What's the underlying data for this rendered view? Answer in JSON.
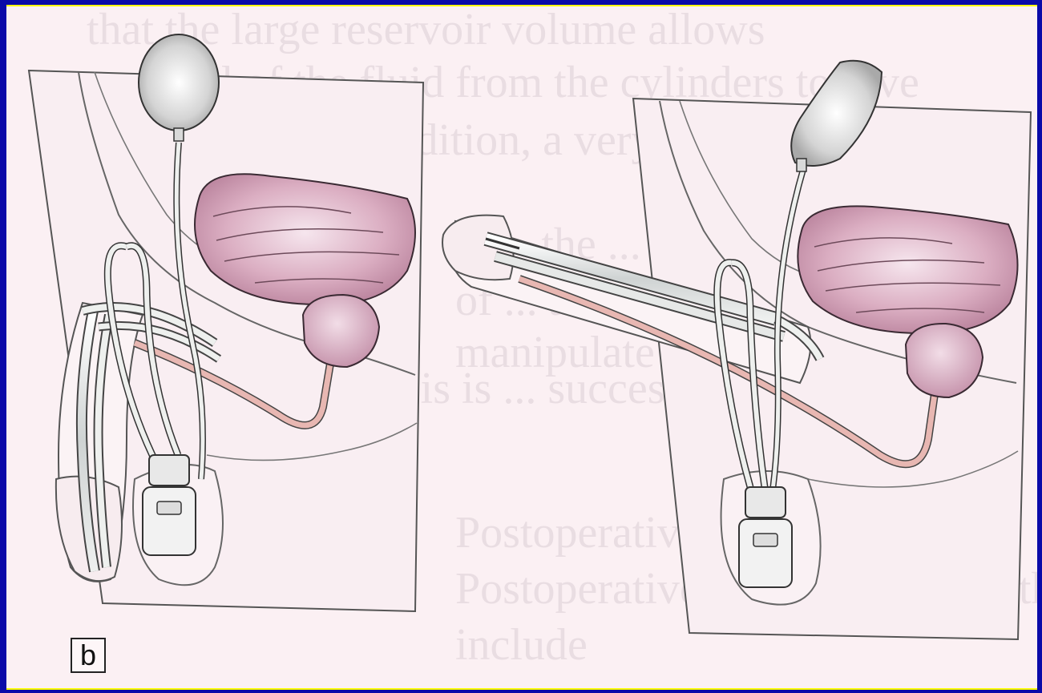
{
  "figure": {
    "panel_label": "b"
  },
  "background_text": [
    "that the large reservoir volume allows",
    "removal of the fluid from the cylinders to give",
    "flaccid state. In addition, a very large pump can",
    "is ... the ...",
    "of ... and ...",
    "manipulate the ...",
    "prosthesis is ... successful surgery",
    "Postoperative complications",
    "Postoperative complications with penile implant",
    "include"
  ],
  "colors": {
    "frame": "#0a0aa8",
    "border": "#ffff00",
    "paper": "#fbf0f3",
    "bladder": "#d8a9bd",
    "tubing": "#eef0ee",
    "line": "#333333"
  }
}
